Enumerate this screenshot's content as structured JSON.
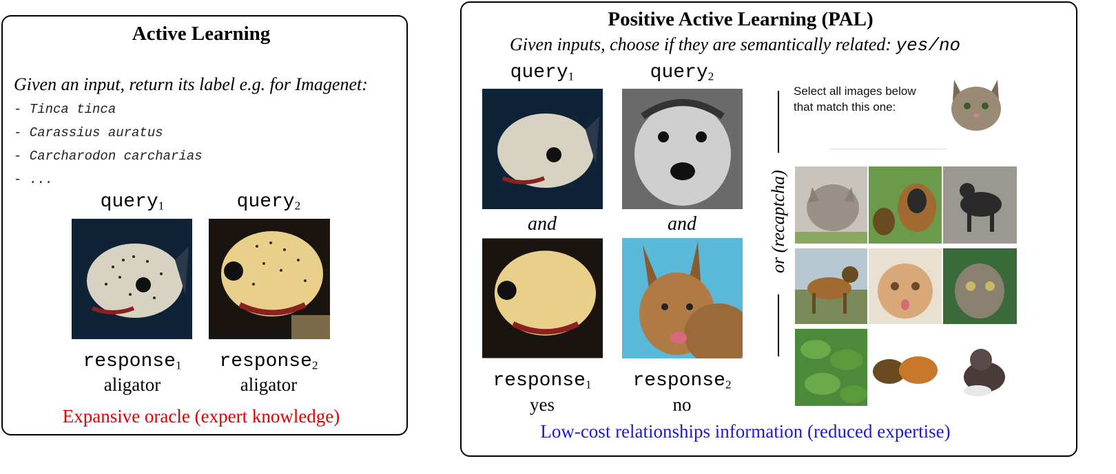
{
  "left": {
    "title": "Active Learning",
    "instruction": "Given an input, return its label e.g. for Imagenet:",
    "classes": [
      "- Tinca tinca",
      "- Carassius auratus",
      "- Carcharodon carcharias",
      "- ..."
    ],
    "query1": "query",
    "query2": "query",
    "sub1": "1",
    "sub2": "2",
    "response1": "response",
    "response2": "response",
    "answer1": "aligator",
    "answer2": "aligator",
    "footer": "Expansive oracle (expert knowledge)",
    "footer_color": "#e00000"
  },
  "right": {
    "title": "Positive Active Learning (PAL)",
    "instruction": "Given inputs, choose if they are semantically related:",
    "yes_no": "yes/no",
    "query1": "query",
    "query2": "query",
    "sub1": "1",
    "sub2": "2",
    "and1": "and",
    "and2": "and",
    "response1": "response",
    "response2": "response",
    "answer1": "yes",
    "answer2": "no",
    "or_label": "or (recaptcha)",
    "captcha_prompt_line1": "Select all images below",
    "captcha_prompt_line2": "that match this one:",
    "footer": "Low-cost relationships information (reduced expertise)",
    "footer_color": "#1a1ad0"
  }
}
